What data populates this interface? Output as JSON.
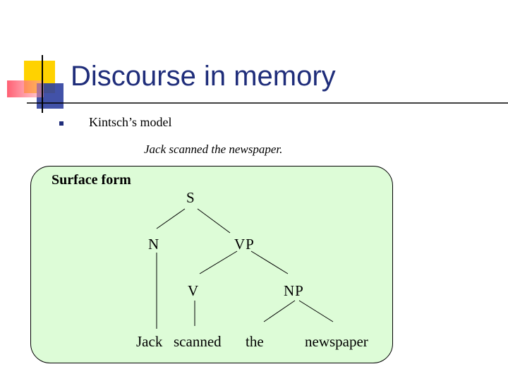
{
  "slide": {
    "title": "Discourse in memory",
    "bullet": "Kintsch’s model"
  },
  "diagram": {
    "sentence": "Jack scanned the newspaper.",
    "panel_label": "Surface form",
    "nodes": {
      "s": "S",
      "n": "N",
      "vp": "VP",
      "v": "V",
      "np": "NP",
      "jack": "Jack",
      "scanned": "scanned",
      "the": "the",
      "newspaper": "newspaper"
    }
  },
  "colors": {
    "title": "#1f2d7a",
    "panel_fill": "#ddfcd7",
    "logo_yellow": "#ffd200",
    "logo_blue": "#2e3f9e",
    "logo_red": "#ff5a6e"
  }
}
